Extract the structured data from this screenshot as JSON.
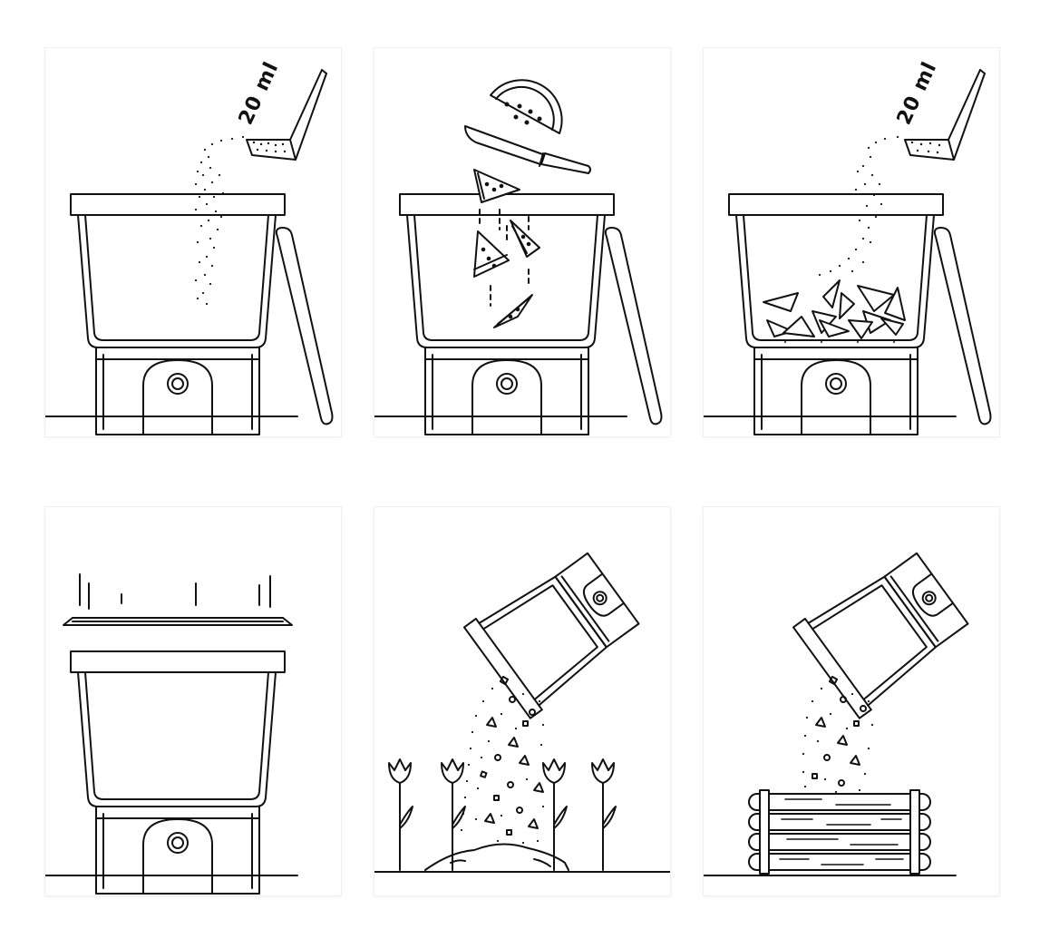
{
  "style": {
    "line_color": "#111111",
    "background": "#ffffff",
    "panel_background": "#ffffff"
  },
  "steps": [
    {
      "scene": "pour-bran-into-empty-bucket",
      "scoop_label": "20 ml"
    },
    {
      "scene": "cut-watermelon-into-bucket"
    },
    {
      "scene": "pour-bran-over-scraps",
      "scoop_label": "20 ml"
    },
    {
      "scene": "close-lid"
    },
    {
      "scene": "empty-into-flower-bed"
    },
    {
      "scene": "empty-into-compost-crate"
    }
  ]
}
